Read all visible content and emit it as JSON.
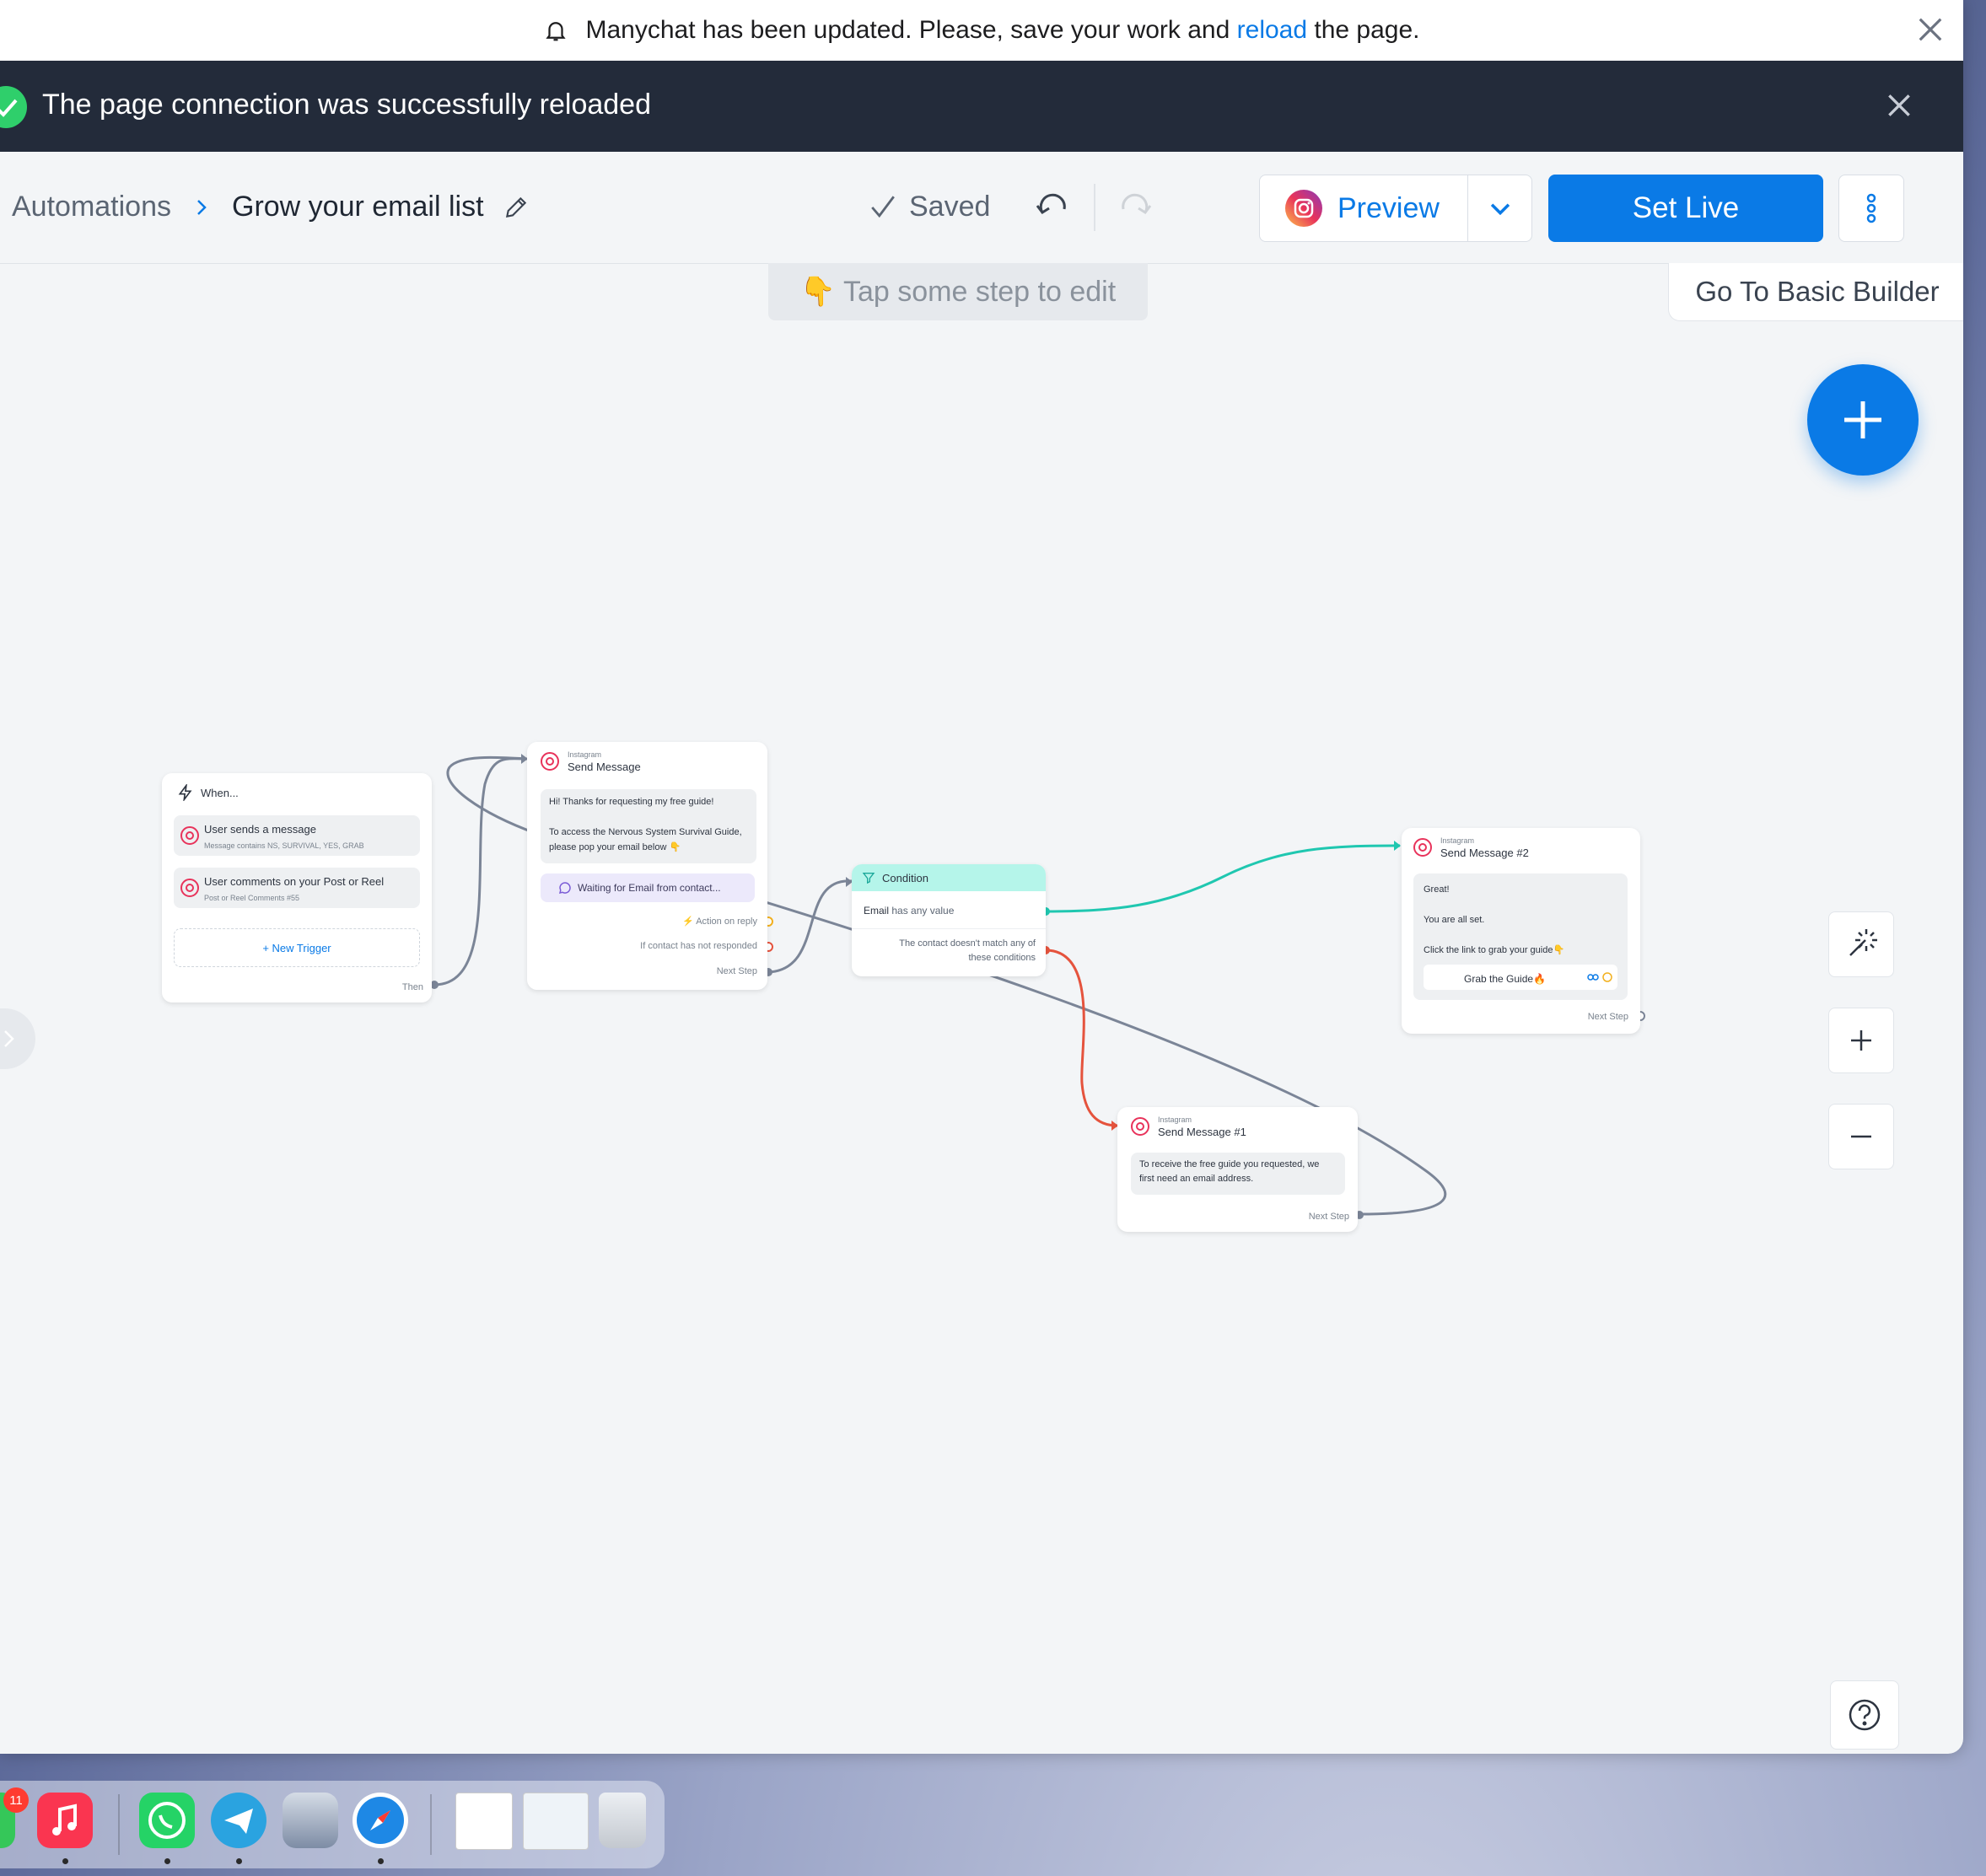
{
  "update_bar": {
    "text_before": "Manychat has been updated. Please, save your work and ",
    "link": "reload",
    "text_after": " the page."
  },
  "connection_bar": {
    "text": "The page connection was successfully reloaded"
  },
  "toolbar": {
    "breadcrumb_root": "Automations",
    "breadcrumb_current": "Grow your email list",
    "saved_label": "Saved",
    "preview_label": "Preview",
    "set_live_label": "Set Live"
  },
  "canvas": {
    "hint": "👇 Tap some step to edit",
    "basic_builder_label": "Go To Basic Builder"
  },
  "trigger_node": {
    "title": "When...",
    "triggers": [
      {
        "title": "User sends a message",
        "subtitle": "Message contains NS, SURVIVAL, YES, GRAB"
      },
      {
        "title": "User comments on your Post or Reel",
        "subtitle": "Post or Reel Comments #55"
      }
    ],
    "new_trigger": "+ New Trigger",
    "then_label": "Then"
  },
  "send_message_node": {
    "platform": "Instagram",
    "title": "Send Message",
    "text": "Hi! Thanks for requesting my free guide!\n\nTo access the Nervous System Survival Guide, please pop your email below 👇",
    "waiting": "Waiting for Email from contact...",
    "action_on_reply": "⚡ Action on reply",
    "not_responded": "If contact has not responded",
    "next_step": "Next Step"
  },
  "condition_node": {
    "title": "Condition",
    "rule_field": "Email",
    "rule_text": " has any value",
    "else_text": "The contact doesn't match any of these conditions"
  },
  "send_message_2_node": {
    "platform": "Instagram",
    "title": "Send Message #2",
    "lines": [
      "Great!",
      "You are all set.",
      "Click the link to grab your guide👇"
    ],
    "button": "Grab the Guide🔥",
    "next_step": "Next Step"
  },
  "send_message_1_node": {
    "platform": "Instagram",
    "title": "Send Message #1",
    "text": "To receive the free guide you requested, we first need an email address.",
    "next_step": "Next Step"
  },
  "dock": {
    "music_badge": "11"
  },
  "colors": {
    "accent": "#0a7ae6",
    "success": "#2fcf6b",
    "condition_yes": "#1fc7b0",
    "condition_no": "#e5533d",
    "connector": "#7b8597",
    "condition_header": "#b5f5ea"
  }
}
